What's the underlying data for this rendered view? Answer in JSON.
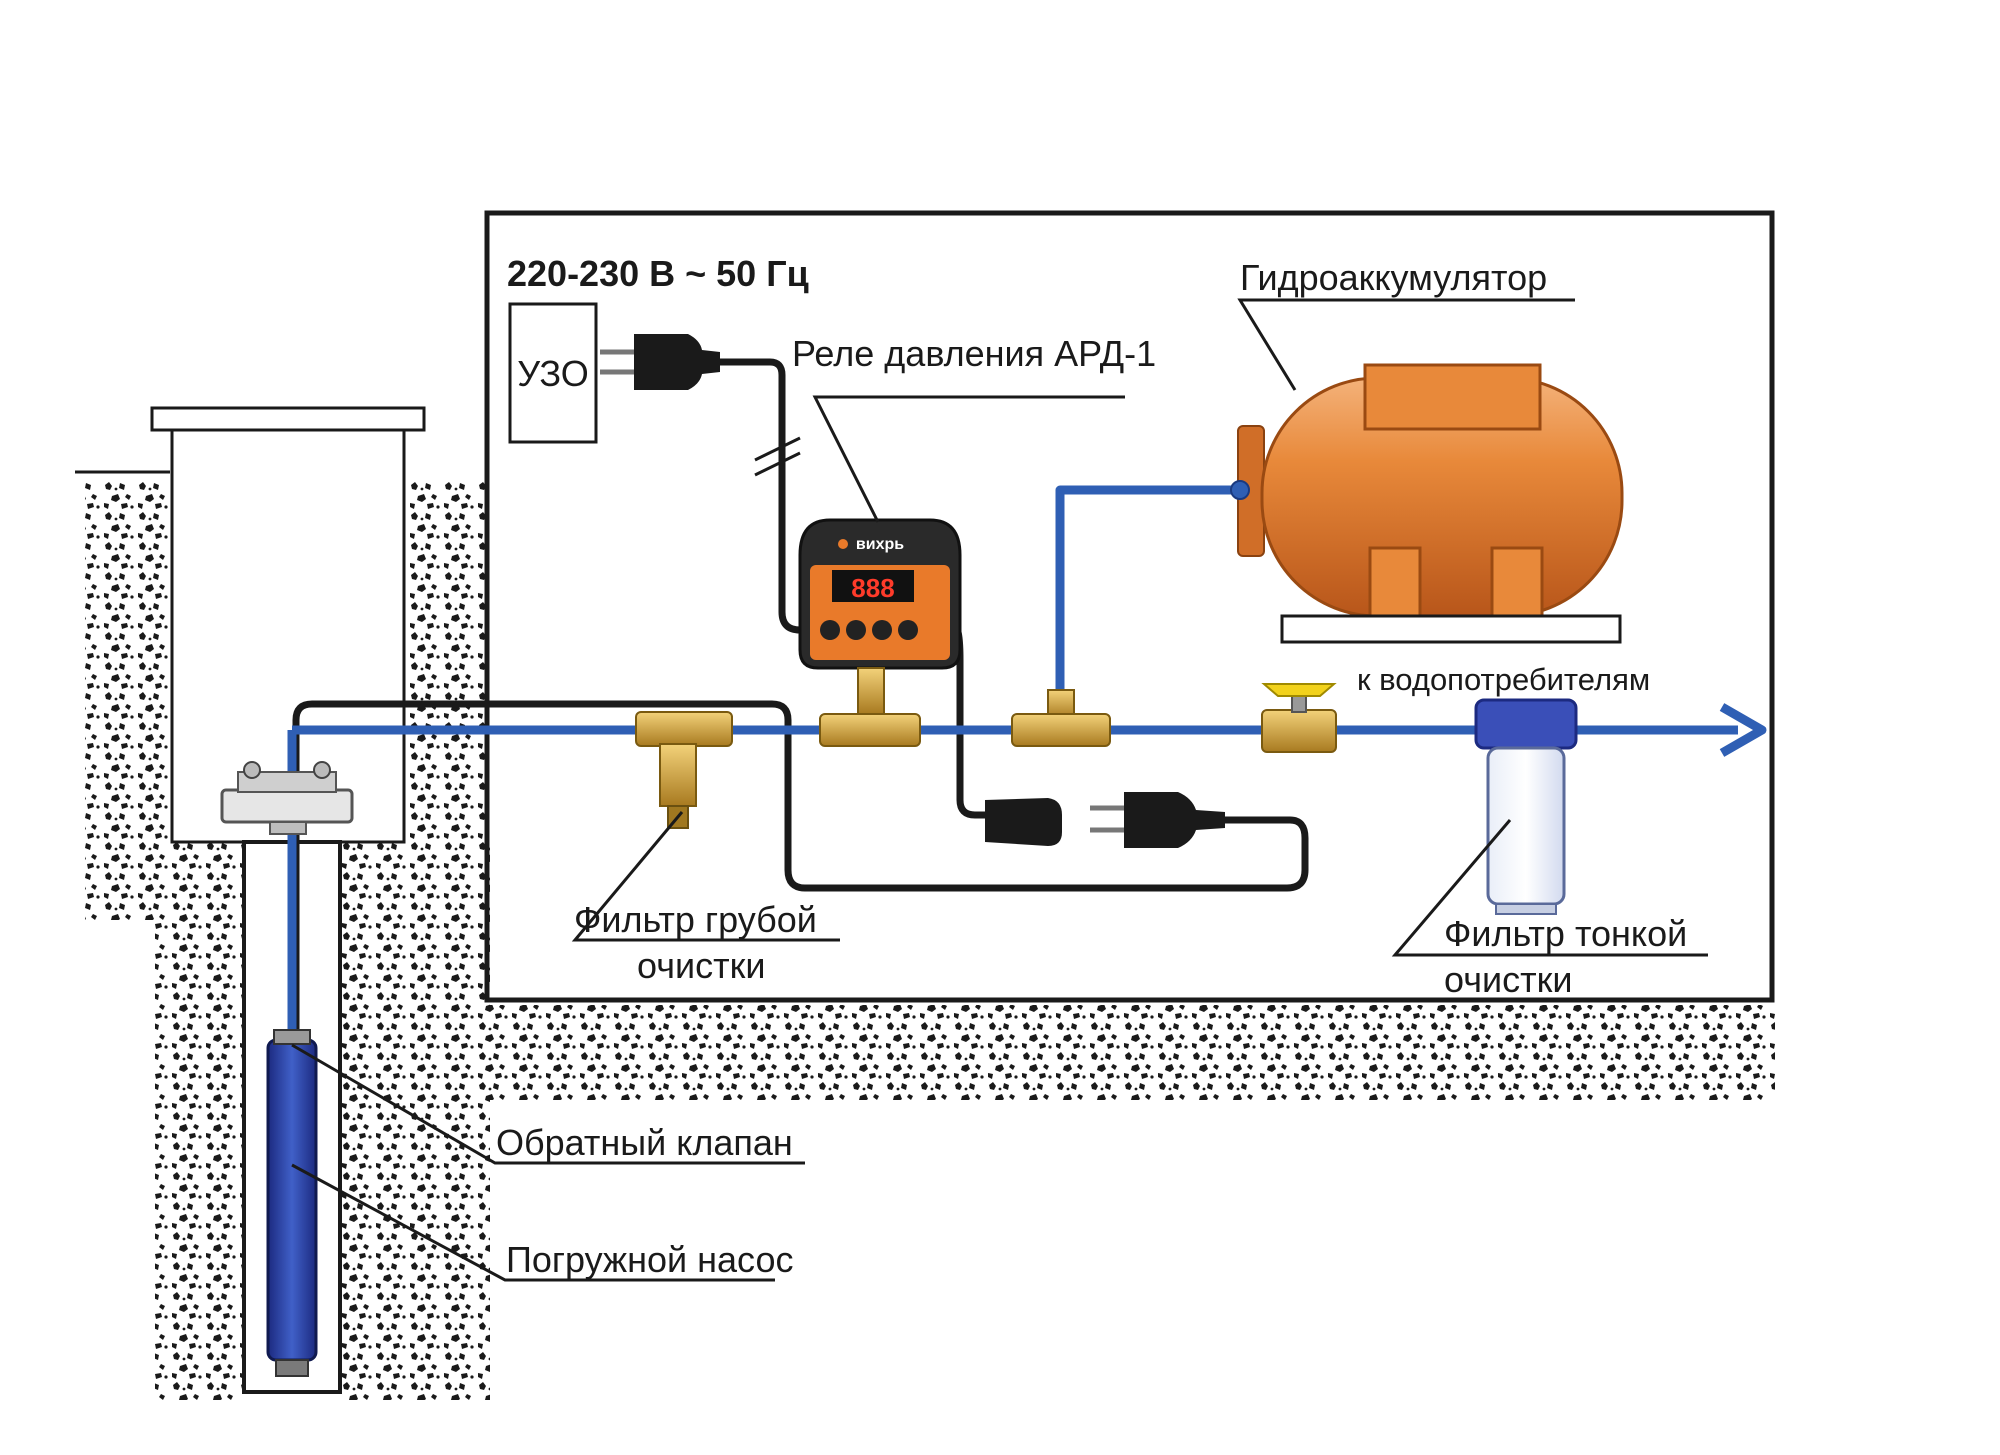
{
  "diagram": {
    "power_label": "220-230 В ~ 50 Гц",
    "uzo_label": "УЗО",
    "pressure_relay_label": "Реле давления АРД-1",
    "accumulator_label": "Гидроаккумулятор",
    "consumers_label": "к водопотребителям",
    "coarse_filter_label_line1": "Фильтр грубой",
    "coarse_filter_label_line2": "очистки",
    "fine_filter_label_line1": "Фильтр тонкой",
    "fine_filter_label_line2": "очистки",
    "check_valve_label": "Обратный клапан",
    "pump_label": "Погружной насос",
    "relay_brand": "вихрь",
    "relay_display": "888"
  },
  "colors": {
    "water_pipe": "#2f5fb4",
    "cable": "#1a1a1a",
    "tank_orange": "#e8893a",
    "relay_orange": "#e97a2a",
    "brass": "#c8a040",
    "filter_blue": "#3a4fb8",
    "soil": "#1a1a1a"
  }
}
